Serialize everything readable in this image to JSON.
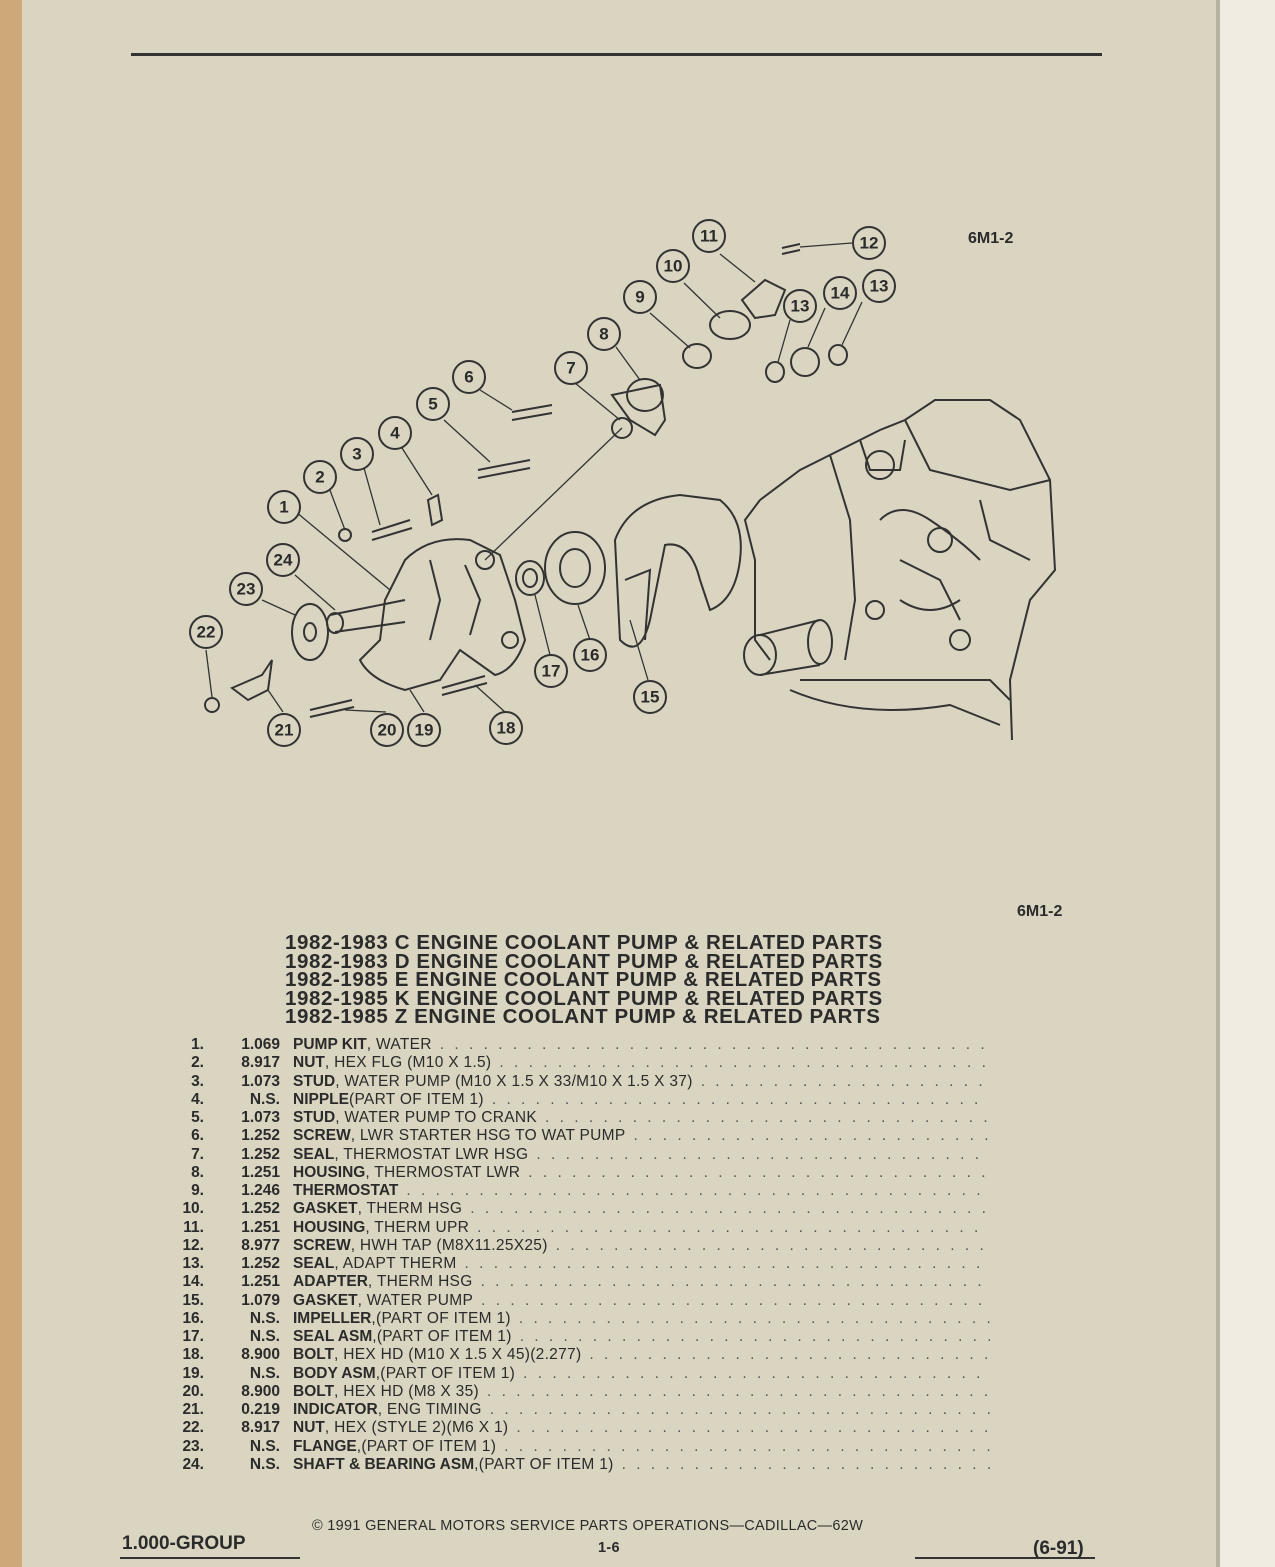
{
  "diagram": {
    "ref_code": "6M1-2",
    "callouts": [
      "1",
      "2",
      "3",
      "4",
      "5",
      "6",
      "7",
      "8",
      "9",
      "10",
      "11",
      "12",
      "13",
      "14",
      "15",
      "16",
      "17",
      "18",
      "19",
      "20",
      "21",
      "22",
      "23",
      "24"
    ]
  },
  "section_ref": "6M1-2",
  "titles": [
    "1982-1983 C ENGINE COOLANT PUMP & RELATED PARTS",
    "1982-1983 D ENGINE COOLANT PUMP & RELATED PARTS",
    "1982-1985 E ENGINE COOLANT PUMP & RELATED PARTS",
    "1982-1985 K ENGINE COOLANT PUMP & RELATED PARTS",
    "1982-1985 Z ENGINE COOLANT PUMP & RELATED PARTS"
  ],
  "parts": [
    {
      "num": "1.",
      "qty": "1.069",
      "name": "PUMP KIT",
      "desc": " , WATER"
    },
    {
      "num": "2.",
      "qty": "8.917",
      "name": "NUT",
      "desc": " , HEX FLG (M10 X 1.5)"
    },
    {
      "num": "3.",
      "qty": "1.073",
      "name": "STUD",
      "desc": " , WATER PUMP (M10 X 1.5 X 33/M10 X 1.5 X 37)"
    },
    {
      "num": "4.",
      "qty": "N.S.",
      "name": "NIPPLE",
      "desc": " (PART OF ITEM 1)"
    },
    {
      "num": "5.",
      "qty": "1.073",
      "name": "STUD",
      "desc": " , WATER PUMP TO CRANK"
    },
    {
      "num": "6.",
      "qty": "1.252",
      "name": "SCREW",
      "desc": " , LWR STARTER HSG TO WAT PUMP"
    },
    {
      "num": "7.",
      "qty": "1.252",
      "name": "SEAL",
      "desc": " , THERMOSTAT LWR HSG"
    },
    {
      "num": "8.",
      "qty": "1.251",
      "name": "HOUSING",
      "desc": " , THERMOSTAT LWR"
    },
    {
      "num": "9.",
      "qty": "1.246",
      "name": "THERMOSTAT",
      "desc": ""
    },
    {
      "num": "10.",
      "qty": "1.252",
      "name": "GASKET",
      "desc": " , THERM HSG"
    },
    {
      "num": "11.",
      "qty": "1.251",
      "name": "HOUSING",
      "desc": " , THERM UPR"
    },
    {
      "num": "12.",
      "qty": "8.977",
      "name": "SCREW",
      "desc": " , HWH TAP (M8X11.25X25)"
    },
    {
      "num": "13.",
      "qty": "1.252",
      "name": "SEAL",
      "desc": " , ADAPT THERM"
    },
    {
      "num": "14.",
      "qty": "1.251",
      "name": "ADAPTER",
      "desc": " , THERM HSG"
    },
    {
      "num": "15.",
      "qty": "1.079",
      "name": "GASKET",
      "desc": " , WATER PUMP"
    },
    {
      "num": "16.",
      "qty": "N.S.",
      "name": "IMPELLER",
      "desc": " ,(PART OF ITEM 1)"
    },
    {
      "num": "17.",
      "qty": "N.S.",
      "name": "SEAL ASM",
      "desc": " ,(PART OF ITEM 1)"
    },
    {
      "num": "18.",
      "qty": "8.900",
      "name": "BOLT",
      "desc": " , HEX HD (M10 X 1.5 X 45)(2.277)"
    },
    {
      "num": "19.",
      "qty": "N.S.",
      "name": "BODY ASM",
      "desc": " ,(PART OF ITEM 1)"
    },
    {
      "num": "20.",
      "qty": "8.900",
      "name": "BOLT",
      "desc": " , HEX HD (M8 X 35)"
    },
    {
      "num": "21.",
      "qty": "0.219",
      "name": "INDICATOR",
      "desc": " , ENG TIMING"
    },
    {
      "num": "22.",
      "qty": "8.917",
      "name": "NUT",
      "desc": " , HEX (STYLE 2)(M6 X 1)"
    },
    {
      "num": "23.",
      "qty": "N.S.",
      "name": "FLANGE",
      "desc": " ,(PART OF ITEM 1)"
    },
    {
      "num": "24.",
      "qty": "N.S.",
      "name": "SHAFT & BEARING ASM",
      "desc": " ,(PART OF ITEM 1)"
    }
  ],
  "footer": {
    "group": "1.000-GROUP",
    "copyright": "© 1991 GENERAL MOTORS SERVICE PARTS OPERATIONS—CADILLAC—62W",
    "page": "1-6",
    "date": "(6-91)"
  }
}
